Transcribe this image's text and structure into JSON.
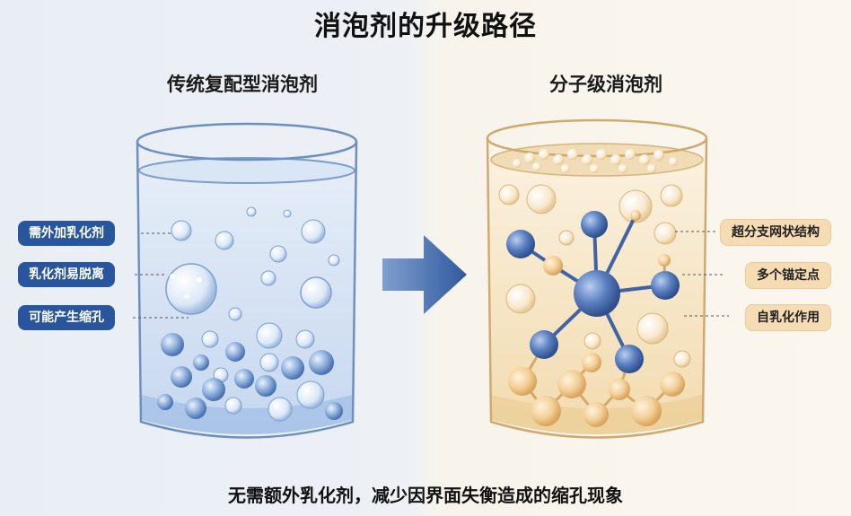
{
  "title": "消泡剂的升级路径",
  "left_panel": {
    "title": "传统复配型消泡剂",
    "tags": [
      "需外加乳化剂",
      "乳化剂易脱离",
      "可能产生缩孔"
    ]
  },
  "right_panel": {
    "title": "分子级消泡剂",
    "tags": [
      "超分支网状结构",
      "多个锚定点",
      "自乳化作用"
    ]
  },
  "footer": "无需额外乳化剂，减少因界面失衡造成的缩孔现象",
  "colors": {
    "left_liquid": "#c9daf0",
    "left_bubble": "#5d86c4",
    "right_liquid": "#f4e1bd",
    "right_sphere": "#ecc890",
    "molecule_blue": "#4a6fb0",
    "arrow": "#2f5a9e"
  }
}
